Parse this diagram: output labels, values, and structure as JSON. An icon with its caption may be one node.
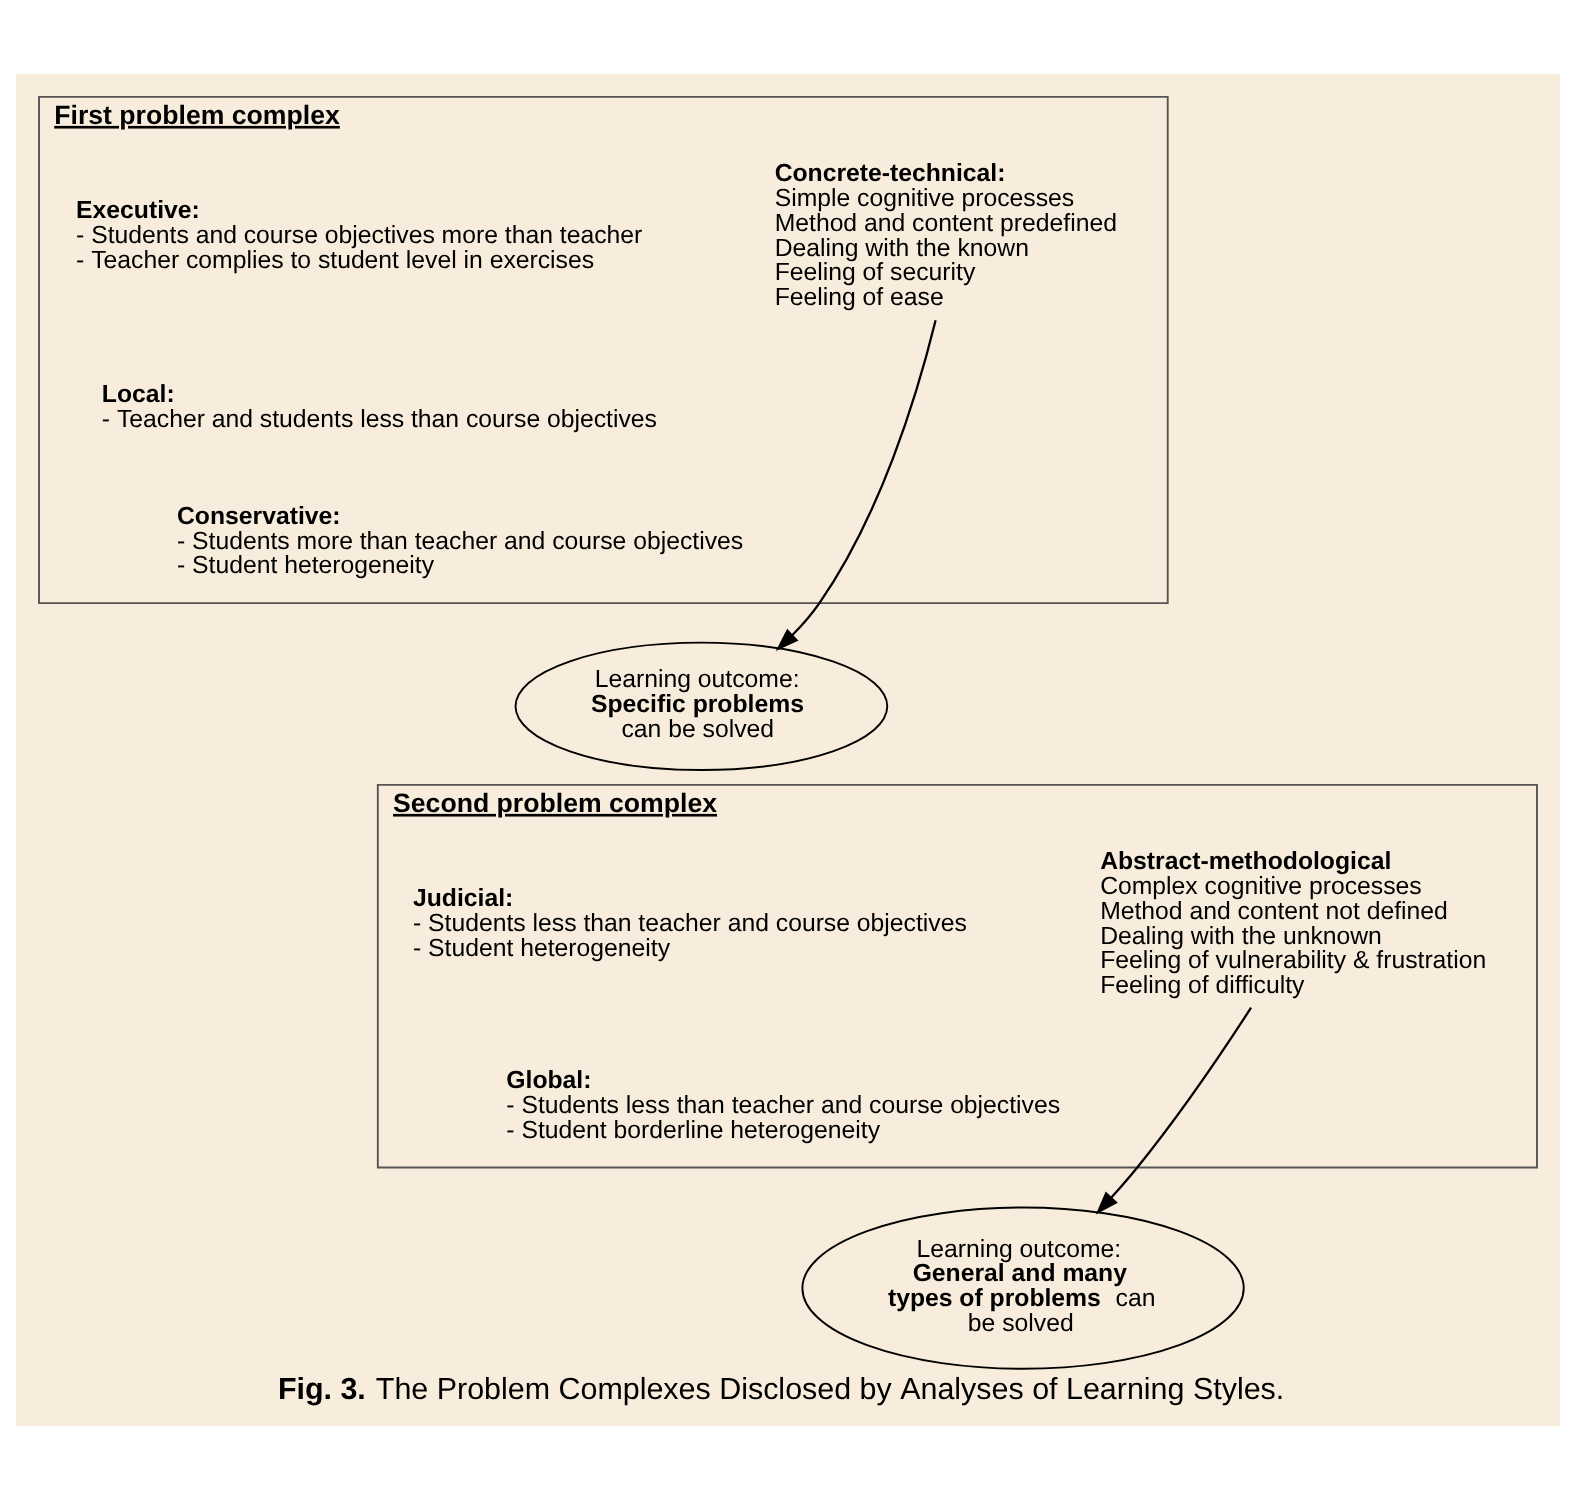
{
  "diagram": {
    "caption": "**Fig. 3.** The Problem Complexes Disclosed by Analyses of Learning Styles.",
    "nodes": [
      {
        "text": [
          "First problem complex"
        ]
      },
      {
        "text": [
          "Executive:",
          "- Students and course objectives more than teacher",
          "- Teacher complies to student level in exercises"
        ],
        "in": 0
      },
      {
        "text": [
          "Local:",
          "- Teacher and students less than course objectives"
        ],
        "in": 0
      },
      {
        "text": [
          "Conservative:",
          "- Students more than teacher and course objectives",
          "- Student heterogeneity"
        ],
        "in": 0
      },
      {
        "text": [
          "Concrete-technical:",
          "Simple cognitive processes",
          "Method and content predefined",
          "Dealing with the known",
          "Feeling of security",
          "Feeling of ease"
        ],
        "in": 0
      },
      {
        "text": [
          "Learning outcome: **Specific problems** can be solved"
        ]
      },
      {
        "text": [
          "Second problem complex"
        ]
      },
      {
        "text": [
          "Judicial:",
          "- Students less than teacher and course objectives",
          "- Student heterogeneity"
        ],
        "in": 6
      },
      {
        "text": [
          "Global:",
          "- Students less than teacher and course objectives",
          "- Student borderline heterogeneity"
        ],
        "in": 6
      },
      {
        "text": [
          "Abstract-methodological",
          "Complex cognitive processes",
          "Method and content not defined",
          "Dealing with the unknown",
          "Feeling of vulnerability & frustration",
          "Feeling of difficulty"
        ],
        "in": 6
      },
      {
        "text": [
          "Learning outcome: **General and many types of problems** can be solved"
        ]
      }
    ],
    "edges": [
      {
        "from": 4,
        "to": 5,
        "arrow": "to"
      },
      {
        "from": 9,
        "to": 10,
        "arrow": "to"
      }
    ]
  }
}
